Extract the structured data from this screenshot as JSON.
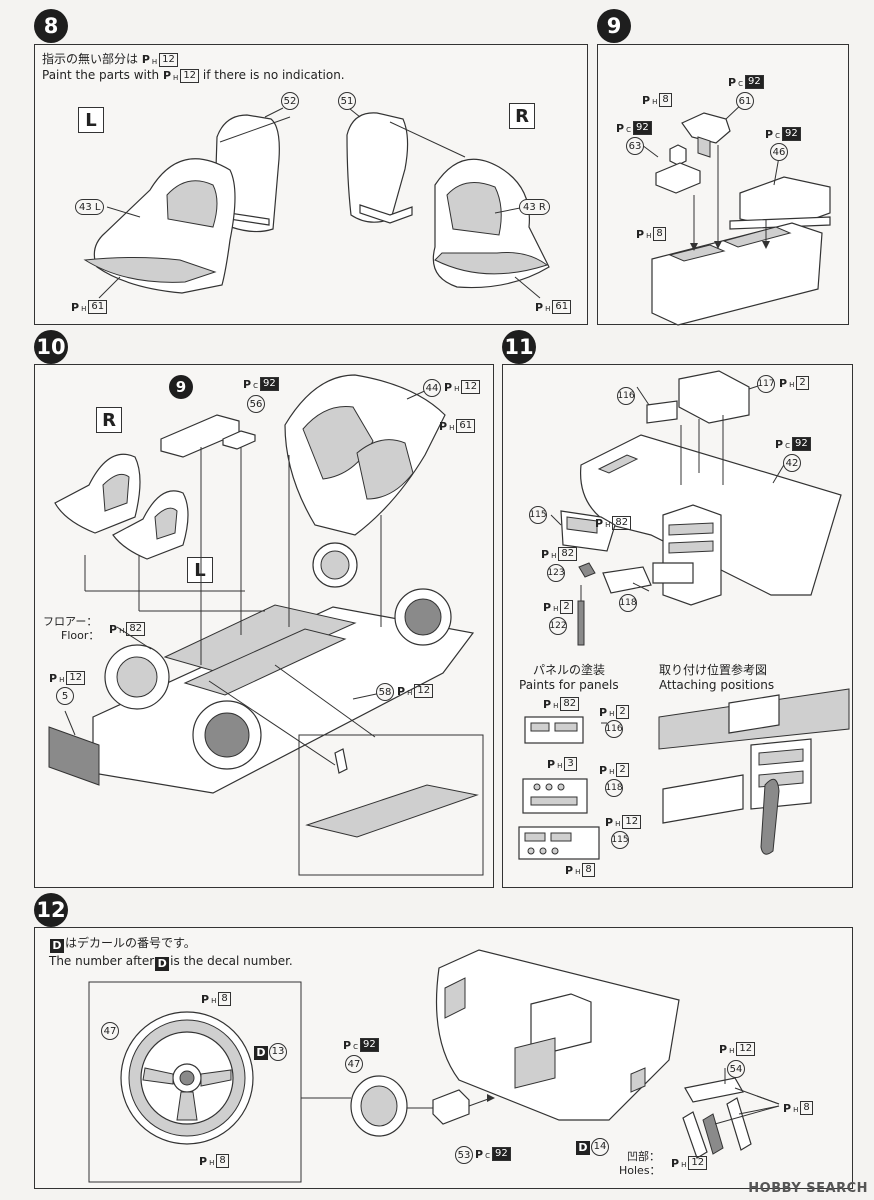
{
  "steps": {
    "s8": {
      "number": "8",
      "note_jp": "指示の無い部分は",
      "note_en": "Paint the parts with",
      "note_en_suffix": "if there is no indication.",
      "note_color": "12",
      "side_left": "L",
      "side_right": "R",
      "parts": {
        "p52": "52",
        "p51": "51",
        "p43l": "43 L",
        "p43r": "43 R"
      },
      "colors": {
        "left_base": "61",
        "right_base": "61"
      }
    },
    "s9": {
      "number": "9",
      "parts": {
        "p61": "61",
        "p63": "63",
        "p46": "46"
      },
      "colors": {
        "c_ph8_top": "8",
        "c_pc92_a": "92",
        "c_pc92_b": "92",
        "c_pc92_c": "92",
        "c_ph8_base": "8"
      }
    },
    "s10": {
      "number": "10",
      "ref_step": "9",
      "side_right": "R",
      "side_left": "L",
      "parts": {
        "p56": "56",
        "p44": "44",
        "p5": "5",
        "p58": "58"
      },
      "colors": {
        "pc92": "92",
        "ph12_44": "12",
        "ph61": "61",
        "ph12_5": "12",
        "ph82_floor": "82",
        "ph12_58": "12"
      },
      "floor_jp": "フロアー：",
      "floor_en": "Floor："
    },
    "s11": {
      "number": "11",
      "parts": {
        "p116": "116",
        "p117": "117",
        "p42": "42",
        "p115": "115",
        "p123": "123",
        "p122": "122",
        "p118": "118",
        "pp116": "116",
        "pp118": "118",
        "pp115": "115"
      },
      "colors": {
        "ph2_117": "2",
        "pc92_42": "92",
        "ph82_115": "82",
        "ph82_123": "82",
        "ph2_122": "2",
        "pp_ph82": "82",
        "pp_ph2_116": "2",
        "pp_ph3": "3",
        "pp_ph2_118": "2",
        "pp_ph12": "12",
        "pp_ph8": "8"
      },
      "panels_jp": "パネルの塗装",
      "panels_en": "Paints for panels",
      "attach_jp": "取り付け位置参考図",
      "attach_en": "Attaching positions"
    },
    "s12": {
      "number": "12",
      "note_jp": "はデカールの番号です。",
      "note_en_a": "The number after",
      "note_en_b": "is the decal number.",
      "decal_letter": "D",
      "parts": {
        "p47a": "47",
        "p47b": "47",
        "p53": "53",
        "p54": "54"
      },
      "decals": {
        "d13": "13",
        "d14": "14"
      },
      "colors": {
        "ph8_top": "8",
        "ph8_bot": "8",
        "pc92": "92",
        "pc92_53": "92",
        "ph12_top": "12",
        "ph8_r": "8",
        "ph12_holes": "12"
      },
      "holes_jp": "凹部：",
      "holes_en": "Holes："
    }
  },
  "watermark": "HOBBY SEARCH"
}
